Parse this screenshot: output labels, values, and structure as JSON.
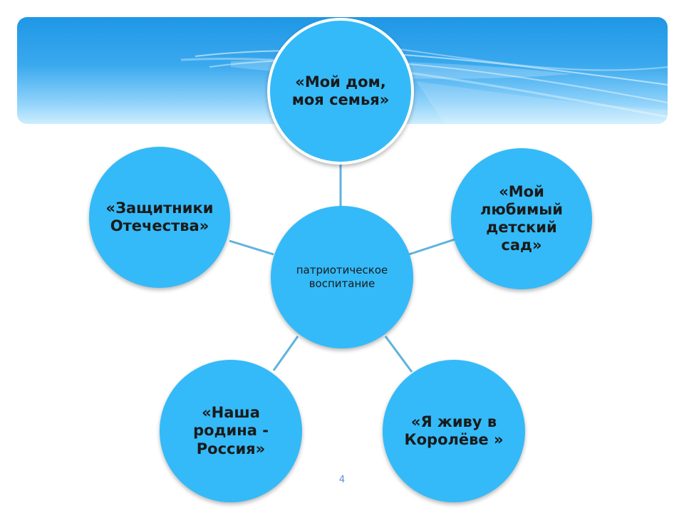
{
  "diagram": {
    "center": {
      "label": "патриотическое\nвоспитание"
    },
    "nodes": [
      {
        "id": "top",
        "label": "«Мой дом,\nмоя семья»"
      },
      {
        "id": "right",
        "label": "«Мой\nлюбимый\nдетский\nсад»"
      },
      {
        "id": "bottom-right",
        "label": "«Я живу в\nКоролёве  »"
      },
      {
        "id": "bottom-left",
        "label": "«Наша\nродина -\nРоссия»"
      },
      {
        "id": "left",
        "label": "«Защитники\nОтечества»"
      }
    ]
  },
  "page": {
    "number": "4"
  },
  "colors": {
    "node_fill": "#34baf8",
    "connector": "#5eb3dd",
    "banner_top": "#1f97e6",
    "banner_bottom": "#cdeefe",
    "page_number": "#5b8fd6"
  }
}
